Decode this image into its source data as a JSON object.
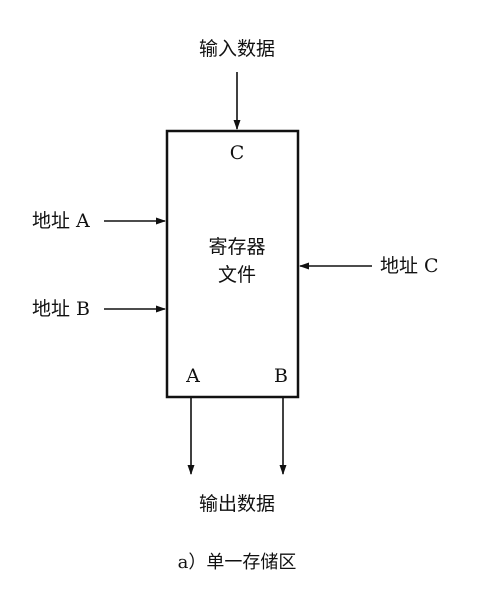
{
  "diagram": {
    "input_data_label": "输入数据",
    "output_data_label": "输出数据",
    "address_a_label": "地址 A",
    "address_b_label": "地址 B",
    "address_c_label": "地址 C",
    "box_title_line1": "寄存器",
    "box_title_line2": "文件",
    "port_c": "C",
    "port_a": "A",
    "port_b": "B",
    "caption": "a）单一存储区"
  }
}
